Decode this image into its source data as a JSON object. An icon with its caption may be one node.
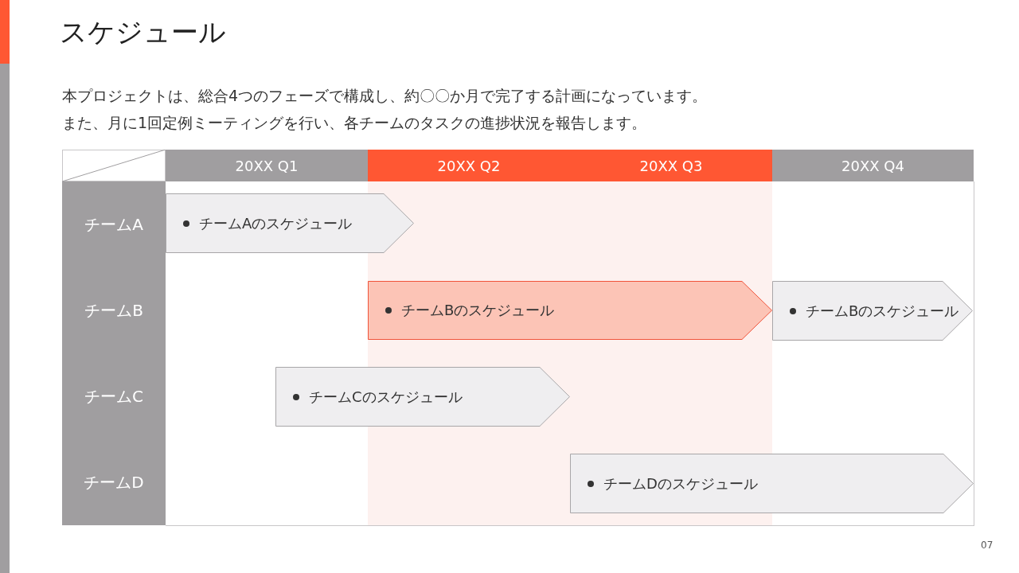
{
  "diagram": {
    "title": "スケジュール",
    "nodes": [
      {
        "text": [
          "チームAのスケジュール"
        ]
      },
      {
        "text": [
          "チームBのスケジュール"
        ]
      },
      {
        "text": [
          "チームBのスケジュール"
        ]
      },
      {
        "text": [
          "チームCのスケジュール"
        ]
      },
      {
        "text": [
          "チームDのスケジュール"
        ]
      }
    ],
    "edges": [],
    "labels": [
      "本プロジェクトは、総合4つのフェーズで構成し、約〇〇か月で完了する計画になっています。",
      "また、月に1回定例ミーティングを行い、各チームのタスクの進捗状況を報告します。",
      "20XX Q1",
      "20XX Q2",
      "20XX Q3",
      "20XX Q4",
      "チームA",
      "チームB",
      "チームC",
      "チームD",
      "07"
    ]
  }
}
